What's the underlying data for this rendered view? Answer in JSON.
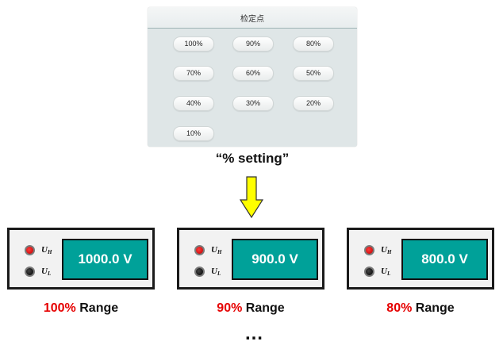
{
  "panel": {
    "title": "检定点",
    "points": [
      "100%",
      "90%",
      "80%",
      "70%",
      "60%",
      "50%",
      "40%",
      "30%",
      "20%",
      "10%"
    ]
  },
  "caption": "“% setting”",
  "terminals": {
    "high_symbol": "U",
    "high_sub": "H",
    "low_symbol": "U",
    "low_sub": "L"
  },
  "meters": [
    {
      "reading": "1000.0 V",
      "percent": "100%",
      "range_word": "Range"
    },
    {
      "reading": "900.0 V",
      "percent": "90%",
      "range_word": "Range"
    },
    {
      "reading": "800.0 V",
      "percent": "80%",
      "range_word": "Range"
    }
  ],
  "ellipsis": "…",
  "colors": {
    "display": "#00a199",
    "arrow": "#ffff00",
    "percent_text": "#e60000",
    "terminal_high": "#e00000",
    "terminal_low": "#000000"
  }
}
